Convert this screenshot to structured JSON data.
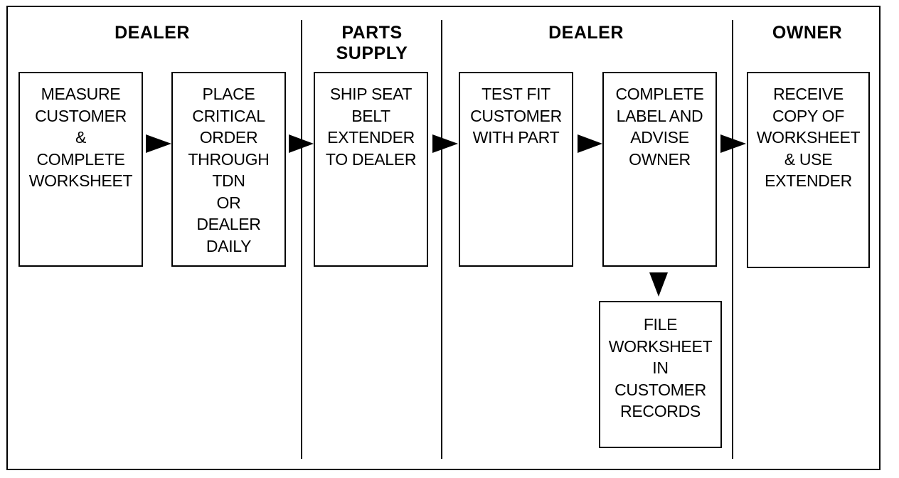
{
  "lanes": [
    {
      "title": [
        "DEALER"
      ]
    },
    {
      "title": [
        "PARTS",
        "SUPPLY"
      ]
    },
    {
      "title": [
        "DEALER"
      ]
    },
    {
      "title": [
        "OWNER"
      ]
    }
  ],
  "steps": [
    {
      "lines": [
        "MEASURE",
        "CUSTOMER",
        "&",
        "COMPLETE",
        "WORKSHEET"
      ]
    },
    {
      "lines": [
        "PLACE",
        "CRITICAL",
        "ORDER",
        "THROUGH",
        "TDN",
        "OR",
        "DEALER",
        "DAILY"
      ]
    },
    {
      "lines": [
        "SHIP SEAT",
        "BELT",
        "EXTENDER",
        "TO DEALER"
      ]
    },
    {
      "lines": [
        "TEST FIT",
        "CUSTOMER",
        "WITH PART"
      ]
    },
    {
      "lines": [
        "COMPLETE",
        "LABEL AND",
        "ADVISE",
        "OWNER"
      ]
    },
    {
      "lines": [
        "RECEIVE",
        "COPY OF",
        "WORKSHEET",
        "& USE",
        "EXTENDER"
      ]
    },
    {
      "lines": [
        "FILE",
        "WORKSHEET",
        "IN",
        "CUSTOMER",
        "RECORDS"
      ]
    }
  ]
}
